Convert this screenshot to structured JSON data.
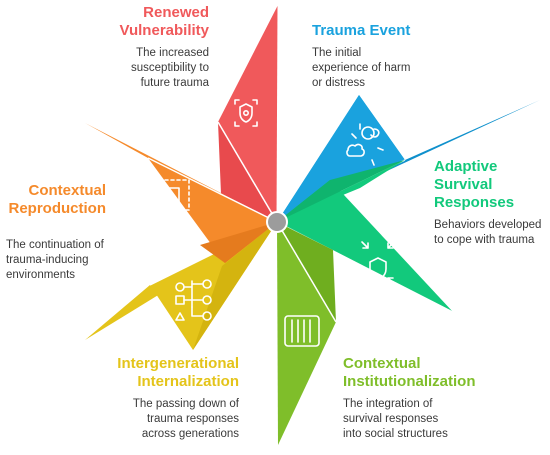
{
  "colors": {
    "red": "#f0595b",
    "blue": "#1aa2de",
    "green": "#12c97c",
    "lime": "#7fbe2a",
    "yellow": "#e4c41a",
    "orange": "#f58a2b",
    "hub": "#9c9c9c"
  },
  "segments": [
    {
      "key": "renewed-vulnerability",
      "title": "Renewed\nVulnerability",
      "description": "The increased\nsusceptibility to\nfuture trauma",
      "color": "#f0595b",
      "icon": "shield-scan-icon"
    },
    {
      "key": "trauma-event",
      "title": "Trauma Event",
      "description": "The initial\nexperience of harm\nor distress",
      "color": "#1aa2de",
      "icon": "explosion-icon"
    },
    {
      "key": "adaptive-survival-responses",
      "title": "Adaptive\nSurvival\nResponses",
      "description": "Behaviors developed\nto cope with trauma",
      "color": "#12c97c",
      "icon": "shield-arrows-icon"
    },
    {
      "key": "contextual-institutionalization",
      "title": "Contextual\nInstitutionalization",
      "description": "The integration of\nsurvival responses\ninto social structures",
      "color": "#7fbe2a",
      "icon": "building-columns-icon"
    },
    {
      "key": "intergenerational-internalization",
      "title": "Intergenerational\nInternalization",
      "description": "The passing down of\ntrauma responses\nacross generations",
      "color": "#e4c41a",
      "icon": "hierarchy-shapes-icon"
    },
    {
      "key": "contextual-reproduction",
      "title": "Contextual\nReproduction",
      "description": "The continuation of\ntrauma-inducing\nenvironments",
      "color": "#f58a2b",
      "icon": "dashed-frame-icon"
    }
  ]
}
